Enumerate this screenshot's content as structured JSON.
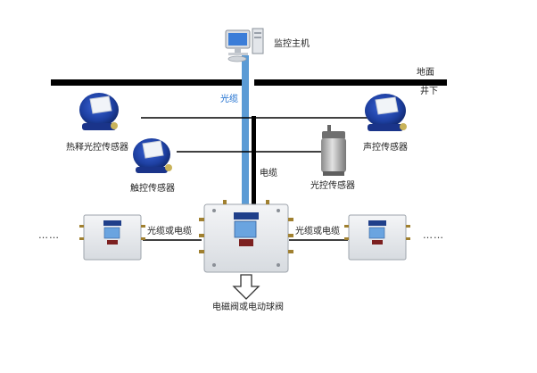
{
  "nodes": {
    "host": "监控主机",
    "surface": "地面",
    "underground": "井下",
    "sensor_pyro": "热释光控传感器",
    "sensor_touch": "触控传感器",
    "sensor_sound": "声控传感器",
    "sensor_light": "光控传感器",
    "valve": "电磁阀或电动球阀"
  },
  "links": {
    "fiber": "光缆",
    "cable": "电缆",
    "fiber_or_cable_left": "光缆或电缆",
    "fiber_or_cable_right": "光缆或电缆"
  },
  "ellipsis_left": "……",
  "ellipsis_right": "……",
  "colors": {
    "fiber_line": "#5b9bd5",
    "bus_line": "#000000",
    "sensor_body": "#1d3fa0",
    "controller_body": "#e9ecef"
  }
}
